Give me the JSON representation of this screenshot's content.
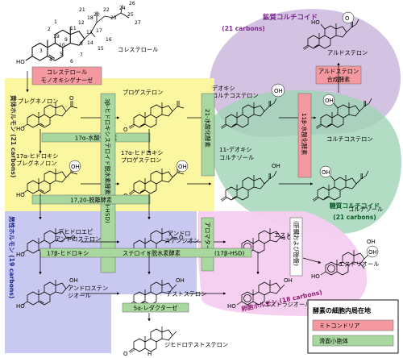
{
  "regions": {
    "mineralo_title": "鉱質コルチコイド",
    "mineralo_sub": "(21 carbons)",
    "gluco_title": "糖質コルチコイド",
    "gluco_sub": "(21 carbons)",
    "progestagen": "黄体ホルモン (21 carbons)",
    "androgen": "男性ホルモン (19 carbons)",
    "estrogen": "卵胞ホルモン (18 carbons)"
  },
  "molecules": {
    "cholesterol": "コレステロール",
    "pregnenolone": "プレグネノロン",
    "progesterone": "プロゲステロン",
    "deoxycorticosterone_1": "デオキシ",
    "deoxycorticosterone_2": "コルチコステロン",
    "corticosterone": "コルチコステロン",
    "aldosterone": "アルドステロン",
    "oh_pregnenolone_1": "17α-ヒドロキシ",
    "oh_pregnenolone_2": "プレグネノロン",
    "oh_progesterone_1": "17α-ヒドロキシ",
    "oh_progesterone_2": "プロゲステロン",
    "deoxycortisol_1": "11-デオキシ",
    "deoxycortisol_2": "コルチゾール",
    "cortisol": "コルチゾール",
    "dhea_1": "デヒドロエピ",
    "dhea_2": "アンドロステロン",
    "androstenedione_1": "アンドロ",
    "androstenedione_2": "ステンジオン",
    "estrone": "エストロン",
    "androstenediol_1": "アンドロステン",
    "androstenediol_2": "ジオール",
    "testosterone": "テストステロン",
    "estradiol": "エストラジオール",
    "estriol": "エストリオール",
    "dht": "ジヒドロテストステロン"
  },
  "enzymes": {
    "scc_1": "コレステロール",
    "scc_2": "モノオキシゲナーゼ",
    "aldo_synth_1": "アルドステロン",
    "aldo_synth_2": "合成酵素",
    "hydroxylase17": "17α-水酸化酵素",
    "lyase1720": "17,20-脱離酵素",
    "hsd3b": "3β-ヒドロキシステロイド脱水素酵素 (3β-HSD)",
    "hydroxylase21": "21-水酸化酵素",
    "hydroxylase11b": "11β-水酸化酵素",
    "hsd17b_a": "17β-ヒドロキシ",
    "hsd17b_b": "ステロイド脱水素酵素",
    "hsd17b_c": "(17β-HSD)",
    "aromatase": "アロマターゼ",
    "reductase5a": "5α-レダクターゼ",
    "liver": "(肝臓および胎盤)"
  },
  "legend": {
    "title": "酵素の細胞内局在地",
    "mito": "ミトコンドリア",
    "er": "滑面小胞体"
  },
  "atoms": {
    "ho": "HO",
    "oh": "OH",
    "o": "O",
    "h": "H"
  },
  "numbers": {
    "n1": "1",
    "n2": "2",
    "n3": "3",
    "n4": "4",
    "n5": "5",
    "n6": "6",
    "n7": "7",
    "n8": "8",
    "n9": "9",
    "n10": "10",
    "n11": "11",
    "n12": "12",
    "n13": "13",
    "n14": "14",
    "n15": "15",
    "n16": "16",
    "n17": "17",
    "n18": "18",
    "n19": "19",
    "n20": "20",
    "n21": "21",
    "n22": "22",
    "n23": "23",
    "n24": "24",
    "n25": "25",
    "n26": "26",
    "n27": "27"
  },
  "colors": {
    "mito": "#f4999f",
    "er": "#a9d89f",
    "mineralo_bg": "#cdb7dd",
    "gluco_bg": "#9fd3b5",
    "progestagen_bg": "#fbf59b",
    "androgen_bg": "#c8c8f0",
    "estrogen_bg": "#f6cdf0"
  }
}
